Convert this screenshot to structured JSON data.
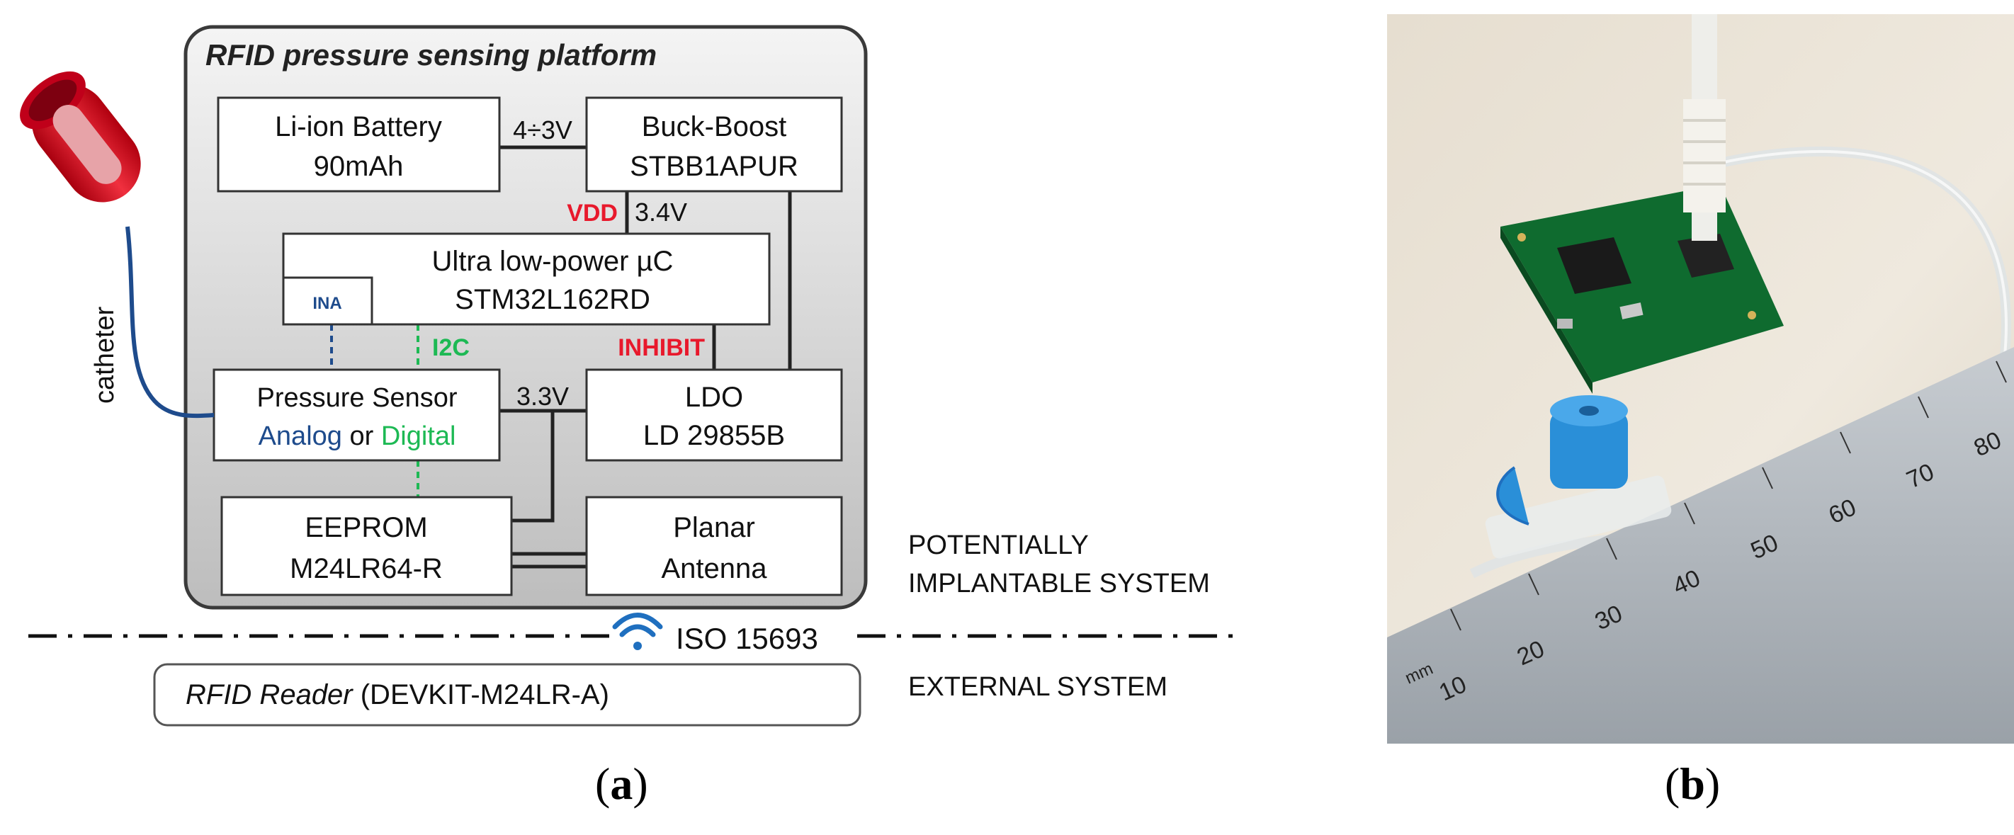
{
  "platform": {
    "title": "RFID pressure sensing platform"
  },
  "blocks": {
    "battery": {
      "line1": "Li-ion Battery",
      "line2": "90mAh"
    },
    "buck": {
      "line1": "Buck-Boost",
      "line2": "STBB1APUR"
    },
    "mcu": {
      "line1": "Ultra low-power µC",
      "line2": "STM32L162RD",
      "ina": "INA"
    },
    "sensor": {
      "line1": "Pressure Sensor",
      "analog": "Analog",
      "or": " or ",
      "digital": "Digital"
    },
    "ldo": {
      "line1": "LDO",
      "line2": "LD 29855B"
    },
    "eeprom": {
      "line1": "EEPROM",
      "line2": "M24LR64-R"
    },
    "antenna": {
      "line1": "Planar",
      "line2": "Antenna"
    }
  },
  "signals": {
    "battery_buck": "4÷3V",
    "vdd": "VDD",
    "buck_mcu": "3.4V",
    "i2c": "I2C",
    "inhibit": "INHIBIT",
    "sensor_ldo": "3.3V"
  },
  "catheter_label": "catheter",
  "wireless": {
    "label": "ISO 15693"
  },
  "systems": {
    "implantable_line1": "POTENTIALLY",
    "implantable_line2": "IMPLANTABLE SYSTEM",
    "external": "EXTERNAL SYSTEM"
  },
  "reader": {
    "name": "RFID Reader",
    "model": " (DEVKIT-M24LR-A)"
  },
  "ruler": {
    "unit": "mm",
    "ticks": [
      "10",
      "20",
      "30",
      "40",
      "50",
      "60",
      "70",
      "80"
    ]
  },
  "captions": {
    "a": "a",
    "b": "b"
  },
  "colors": {
    "red": "#e8192c",
    "blue": "#1e4b8c",
    "green": "#1db954",
    "wifi": "#1f6fbf"
  }
}
